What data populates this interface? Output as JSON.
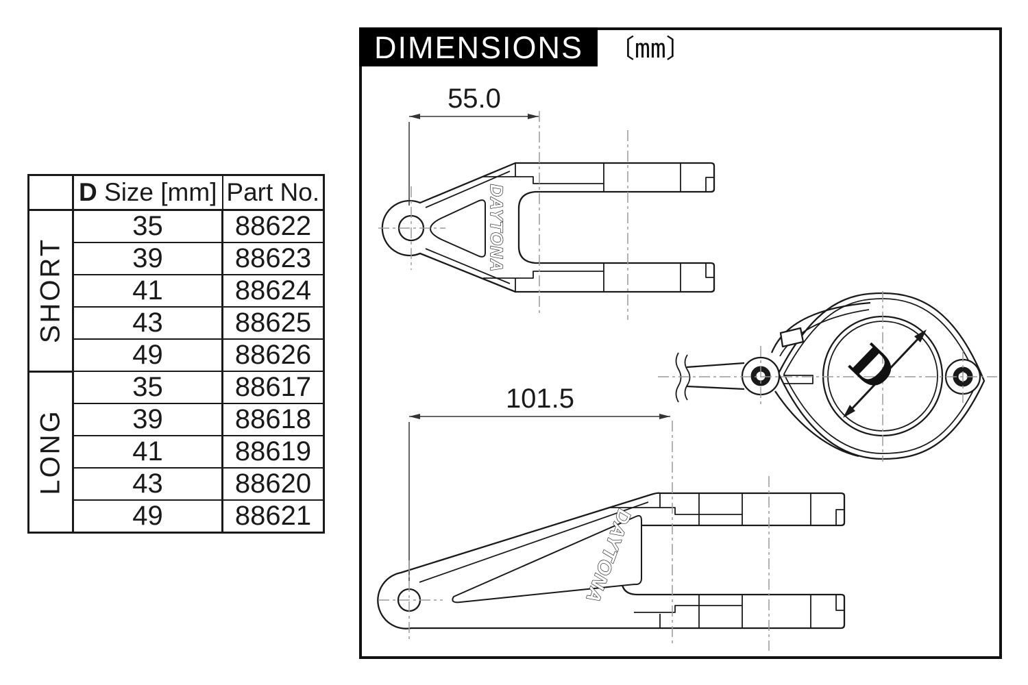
{
  "table": {
    "headers": {
      "size_bold": "D",
      "size_rest": " Size [mm]",
      "part": "Part No."
    },
    "groups": [
      {
        "label": "SHORT",
        "rows": [
          {
            "size": "35",
            "part": "88622"
          },
          {
            "size": "39",
            "part": "88623"
          },
          {
            "size": "41",
            "part": "88624"
          },
          {
            "size": "43",
            "part": "88625"
          },
          {
            "size": "49",
            "part": "88626"
          }
        ]
      },
      {
        "label": "LONG",
        "rows": [
          {
            "size": "35",
            "part": "88617"
          },
          {
            "size": "39",
            "part": "88618"
          },
          {
            "size": "41",
            "part": "88619"
          },
          {
            "size": "43",
            "part": "88620"
          },
          {
            "size": "49",
            "part": "88621"
          }
        ]
      }
    ]
  },
  "panel": {
    "title": "DIMENSIONS",
    "unit": "〔mm〕",
    "short_stay": {
      "dimension": "55.0",
      "brand": "DAYTONA"
    },
    "long_stay": {
      "dimension": "101.5",
      "brand": "DAYTONA"
    },
    "clamp": {
      "diameter_label": "D"
    }
  },
  "colors": {
    "line": "#1a1a1a",
    "centerline": "#9a9a9a",
    "header_bg": "#000000",
    "header_fg": "#ffffff"
  }
}
